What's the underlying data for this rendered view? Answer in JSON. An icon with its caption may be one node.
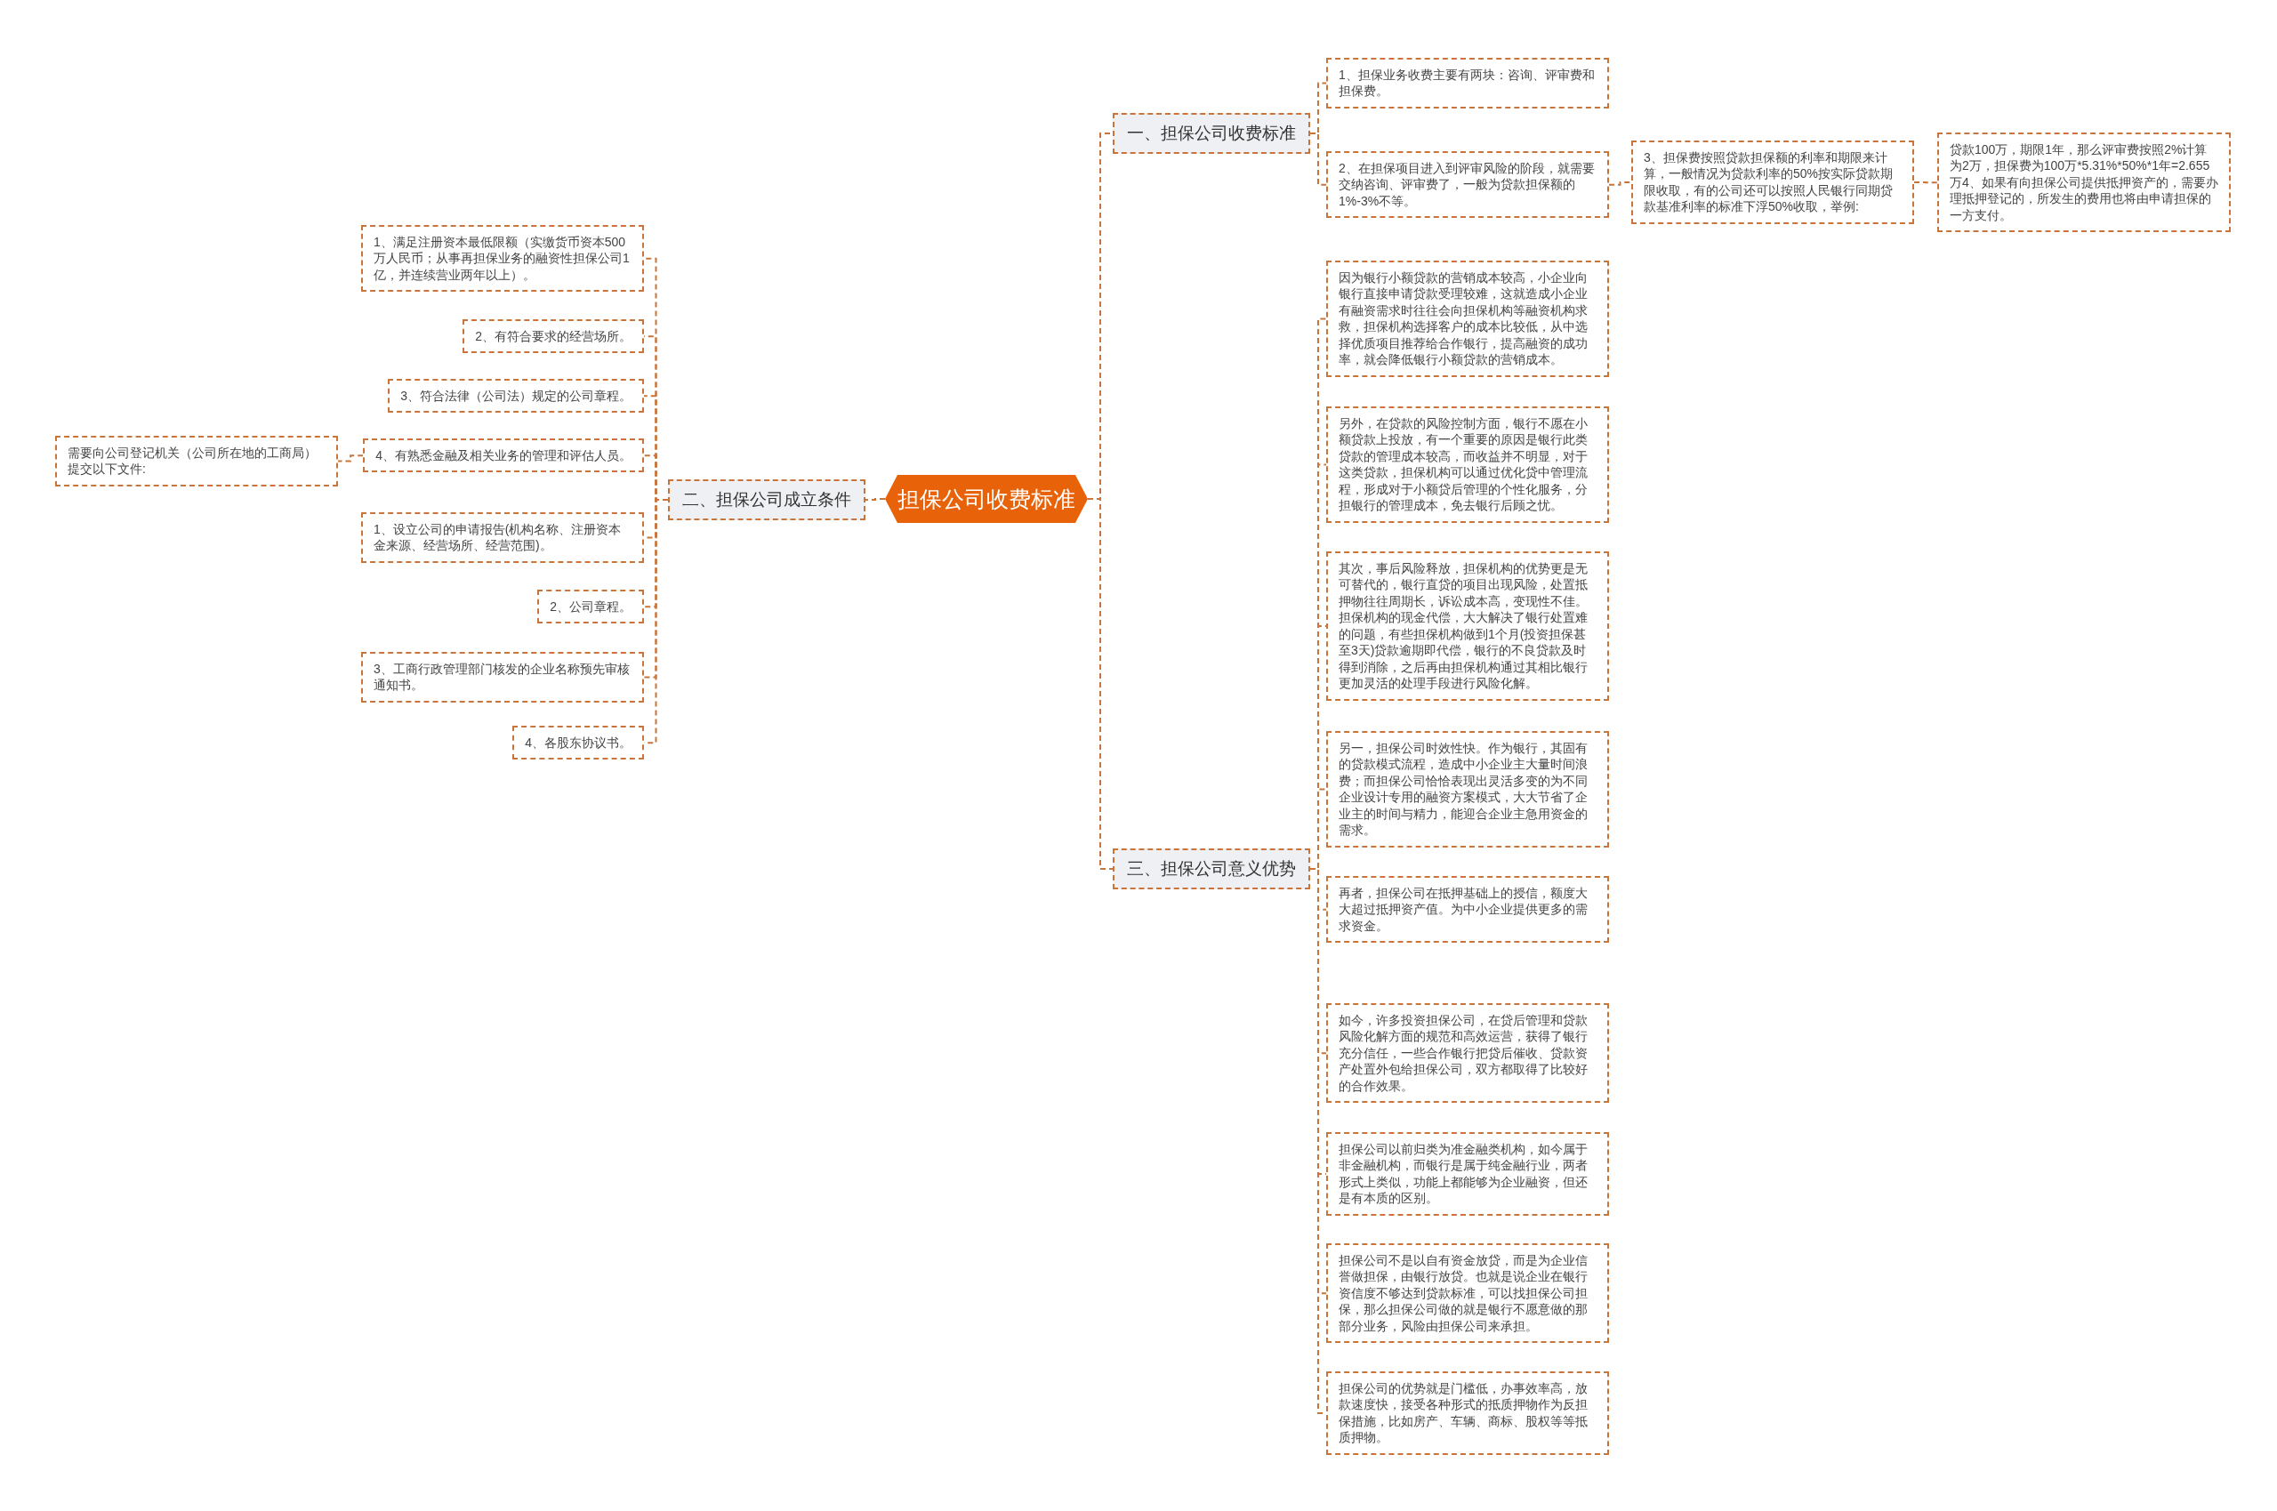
{
  "diagram": {
    "nodes": [
      {
        "text": [
          "担保公司收费标准"
        ]
      },
      {
        "text": [
          "二、担保公司成立条件"
        ]
      },
      {
        "text": [
          "1、满足注册资本最低限额（实缴货币资本500万人民币；从事再担保业务的融资性担保公司1亿，并连续营业两年以上）。"
        ]
      },
      {
        "text": [
          "2、有符合要求的经营场所。"
        ]
      },
      {
        "text": [
          "3、符合法律（公司法）规定的公司章程。"
        ]
      },
      {
        "text": [
          "4、有熟悉金融及相关业务的管理和评估人员。"
        ]
      },
      {
        "text": [
          "需要向公司登记机关（公司所在地的工商局）提交以下文件:"
        ]
      },
      {
        "text": [
          "1、设立公司的申请报告(机构名称、注册资本金来源、经营场所、经营范围)。"
        ]
      },
      {
        "text": [
          "2、公司章程。"
        ]
      },
      {
        "text": [
          "3、工商行政管理部门核发的企业名称预先审核通知书。"
        ]
      },
      {
        "text": [
          "4、各股东协议书。"
        ]
      },
      {
        "text": [
          "一、担保公司收费标准"
        ]
      },
      {
        "text": [
          "1、担保业务收费主要有两块：咨询、评审费和担保费。"
        ]
      },
      {
        "text": [
          "2、在担保项目进入到评审风险的阶段，就需要交纳咨询、评审费了，一般为贷款担保额的1%-3%不等。"
        ]
      },
      {
        "text": [
          "3、担保费按照贷款担保额的利率和期限来计算，一般情况为贷款利率的50%按实际贷款期限收取，有的公司还可以按照人民银行同期贷款基准利率的标准下浮50%收取，举例:"
        ]
      },
      {
        "text": [
          "贷款100万，期限1年，那么评审费按照2%计算为2万，担保费为100万*5.31%*50%*1年=2.655万4、如果有向担保公司提供抵押资产的，需要办理抵押登记的，所发生的费用也将由申请担保的一方支付。"
        ]
      },
      {
        "text": [
          "三、担保公司意义优势"
        ]
      },
      {
        "text": [
          "因为银行小额贷款的营销成本较高，小企业向银行直接申请贷款受理较难，这就造成小企业有融资需求时往往会向担保机构等融资机构求救，担保机构选择客户的成本比较低，从中选择优质项目推荐给合作银行，提高融资的成功率，就会降低银行小额贷款的营销成本。"
        ]
      },
      {
        "text": [
          "另外，在贷款的风险控制方面，银行不愿在小额贷款上投放，有一个重要的原因是银行此类贷款的管理成本较高，而收益并不明显，对于这类贷款，担保机构可以通过优化贷中管理流程，形成对于小额贷后管理的个性化服务，分担银行的管理成本，免去银行后顾之忧。"
        ]
      },
      {
        "text": [
          "其次，事后风险释放，担保机构的优势更是无可替代的，银行直贷的项目出现风险，处置抵押物往往周期长，诉讼成本高，变现性不佳。担保机构的现金代偿，大大解决了银行处置难的问题，有些担保机构做到1个月(投资担保甚至3天)贷款逾期即代偿，银行的不良贷款及时得到消除，之后再由担保机构通过其相比银行更加灵活的处理手段进行风险化解。"
        ]
      },
      {
        "text": [
          "另一，担保公司时效性快。作为银行，其固有的贷款模式流程，造成中小企业主大量时间浪费；而担保公司恰恰表现出灵活多变的为不同企业设计专用的融资方案模式，大大节省了企业主的时间与精力，能迎合企业主急用资金的需求。"
        ]
      },
      {
        "text": [
          "再者，担保公司在抵押基础上的授信，额度大大超过抵押资产值。为中小企业提供更多的需求资金。"
        ]
      },
      {
        "text": [
          "如今，许多投资担保公司，在贷后管理和贷款风险化解方面的规范和高效运营，获得了银行充分信任，一些合作银行把贷后催收、贷款资产处置外包给担保公司，双方都取得了比较好的合作效果。"
        ]
      },
      {
        "text": [
          "担保公司以前归类为准金融类机构，如今属于非金融机构，而银行是属于纯金融行业，两者形式上类似，功能上都能够为企业融资，但还是有本质的区别。"
        ]
      },
      {
        "text": [
          "担保公司不是以自有资金放贷，而是为企业信誉做担保，由银行放贷。也就是说企业在银行资信度不够达到贷款标准，可以找担保公司担保，那么担保公司做的就是银行不愿意做的那部分业务，风险由担保公司来承担。"
        ]
      },
      {
        "text": [
          "担保公司的优势就是门槛低，办事效率高，放款速度快，接受各种形式的抵质押物作为反担保措施，比如房产、车辆、商标、股权等等抵质押物。"
        ]
      }
    ],
    "edges": [
      {
        "from": 0,
        "to": 1,
        "arrow": "none"
      },
      {
        "from": 1,
        "to": 2,
        "arrow": "none"
      },
      {
        "from": 1,
        "to": 3,
        "arrow": "none"
      },
      {
        "from": 1,
        "to": 4,
        "arrow": "none"
      },
      {
        "from": 1,
        "to": 5,
        "arrow": "none"
      },
      {
        "from": 5,
        "to": 6,
        "arrow": "none"
      },
      {
        "from": 1,
        "to": 7,
        "arrow": "none"
      },
      {
        "from": 1,
        "to": 8,
        "arrow": "none"
      },
      {
        "from": 1,
        "to": 9,
        "arrow": "none"
      },
      {
        "from": 1,
        "to": 10,
        "arrow": "none"
      },
      {
        "from": 0,
        "to": 11,
        "arrow": "none"
      },
      {
        "from": 11,
        "to": 12,
        "arrow": "none"
      },
      {
        "from": 11,
        "to": 13,
        "arrow": "none"
      },
      {
        "from": 13,
        "to": 14,
        "arrow": "none"
      },
      {
        "from": 14,
        "to": 15,
        "arrow": "none"
      },
      {
        "from": 0,
        "to": 16,
        "arrow": "none"
      },
      {
        "from": 16,
        "to": 17,
        "arrow": "none"
      },
      {
        "from": 16,
        "to": 18,
        "arrow": "none"
      },
      {
        "from": 16,
        "to": 19,
        "arrow": "none"
      },
      {
        "from": 16,
        "to": 20,
        "arrow": "none"
      },
      {
        "from": 16,
        "to": 21,
        "arrow": "none"
      },
      {
        "from": 16,
        "to": 22,
        "arrow": "none"
      },
      {
        "from": 16,
        "to": 23,
        "arrow": "none"
      },
      {
        "from": 16,
        "to": 24,
        "arrow": "none"
      },
      {
        "from": 16,
        "to": 25,
        "arrow": "none"
      }
    ]
  }
}
